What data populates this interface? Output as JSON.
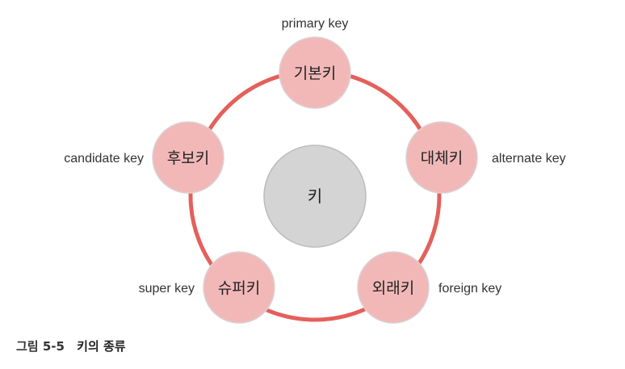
{
  "center": {
    "label": "키"
  },
  "nodes": [
    {
      "id": "primary",
      "label": "기본키",
      "annotation": "primary key"
    },
    {
      "id": "alternate",
      "label": "대체키",
      "annotation": "alternate key"
    },
    {
      "id": "foreign",
      "label": "외래키",
      "annotation": "foreign key"
    },
    {
      "id": "super",
      "label": "슈퍼키",
      "annotation": "super key"
    },
    {
      "id": "candidate",
      "label": "후보키",
      "annotation": "candidate key"
    }
  ],
  "caption": {
    "number": "그림 5-5",
    "title": "키의 종류"
  },
  "colors": {
    "ring": "#e4605b",
    "node_fill": "#f2b8b8",
    "node_stroke": "#d9d2d2",
    "center_fill": "#d4d4d4",
    "center_stroke": "#bcbcbc"
  }
}
